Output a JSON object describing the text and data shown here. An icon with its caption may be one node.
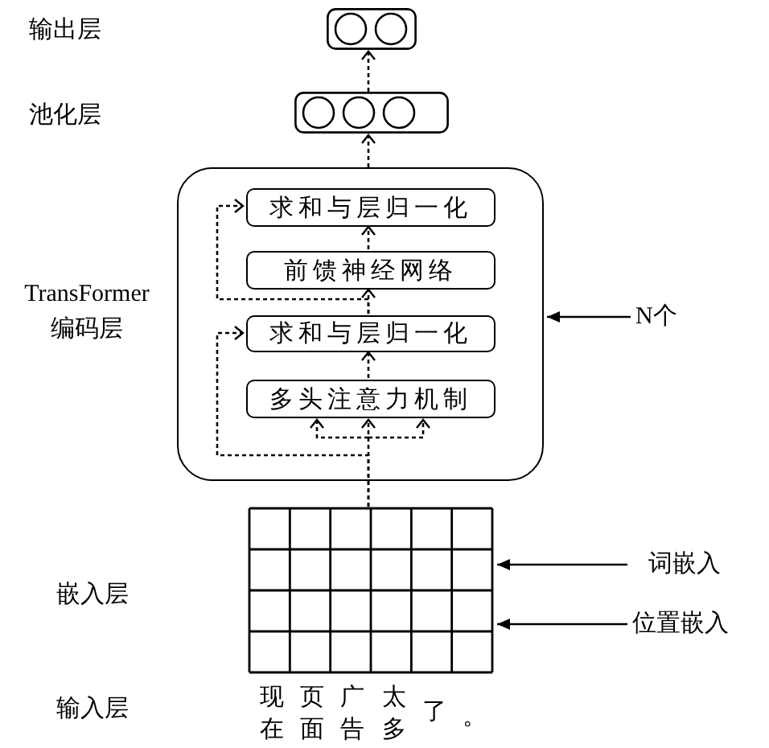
{
  "diagram": {
    "nodes": [
      {
        "text": [],
        "shape": "box"
      },
      {
        "text": [],
        "shape": "box"
      },
      {
        "text": [],
        "shape": "box",
        "beside": [
          "TransFormer 编码层"
        ]
      },
      {
        "text": [
          "求和与层归一化"
        ],
        "in": 2
      },
      {
        "text": [
          "前馈神经网络"
        ],
        "in": 2
      },
      {
        "text": [
          "求和与层归一化"
        ],
        "in": 2
      },
      {
        "text": [
          "多头注意力机制"
        ],
        "in": 2
      },
      {
        "text": [],
        "shape": "grid"
      },
      {
        "text": [
          "N个"
        ]
      },
      {
        "text": [
          "词嵌入"
        ]
      },
      {
        "text": [
          "位置嵌入"
        ]
      }
    ],
    "edges": [
      {
        "from": 7,
        "to": 6,
        "arrow": "to",
        "style": "dashed"
      },
      {
        "from": 7,
        "to": 5,
        "arrow": "to",
        "style": "dashed"
      },
      {
        "from": 6,
        "to": 5,
        "arrow": "to",
        "style": "dashed"
      },
      {
        "from": 5,
        "to": 4,
        "arrow": "to",
        "style": "dashed"
      },
      {
        "from": 5,
        "to": 3,
        "arrow": "to",
        "style": "dashed"
      },
      {
        "from": 4,
        "to": 3,
        "arrow": "to",
        "style": "dashed"
      },
      {
        "from": 3,
        "to": 1,
        "arrow": "to",
        "style": "dashed"
      },
      {
        "from": 1,
        "to": 0,
        "arrow": "to",
        "style": "dashed"
      },
      {
        "from": 8,
        "to": 2,
        "arrow": "to"
      },
      {
        "from": 9,
        "to": 7,
        "arrow": "to"
      },
      {
        "from": 10,
        "to": 7,
        "arrow": "to"
      }
    ],
    "labels": [
      "输出层",
      "池化层",
      "嵌入层",
      "输入层",
      "现在",
      "页面",
      "广告",
      "太多",
      "了",
      "。"
    ]
  }
}
